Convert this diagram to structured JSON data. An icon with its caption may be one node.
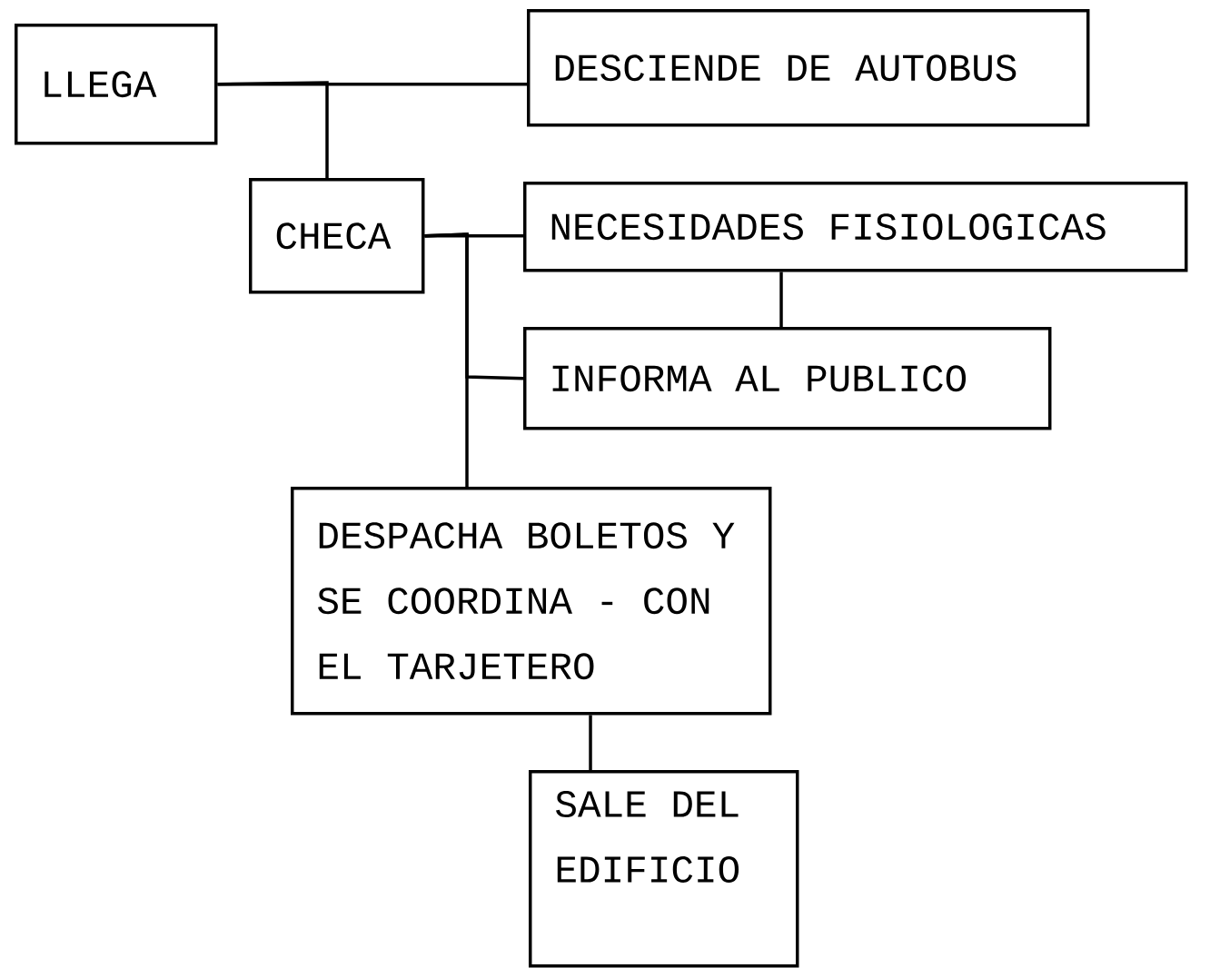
{
  "diagram": {
    "nodes": [
      {
        "text": [
          "LLEGA"
        ]
      },
      {
        "text": [
          "DESCIENDE DE AUTOBUS"
        ]
      },
      {
        "text": [
          "CHECA"
        ]
      },
      {
        "text": [
          "NECESIDADES FISIOLOGICAS"
        ]
      },
      {
        "text": [
          "INFORMA AL PUBLICO"
        ]
      },
      {
        "text": [
          "DESPACHA BOLETOS Y SE COORDINA - CON EL TARJETERO"
        ]
      },
      {
        "text": [
          "SALE DEL EDIFICIO"
        ]
      }
    ],
    "edges": [
      {
        "from": 0,
        "to": 1,
        "arrow": "none"
      },
      {
        "from": 0,
        "to": 2,
        "arrow": "none"
      },
      {
        "from": 2,
        "to": 3,
        "arrow": "none"
      },
      {
        "from": 2,
        "to": 4,
        "arrow": "none"
      },
      {
        "from": 2,
        "to": 5,
        "arrow": "none"
      },
      {
        "from": 3,
        "to": 4,
        "arrow": "none"
      },
      {
        "from": 5,
        "to": 6,
        "arrow": "none"
      }
    ]
  }
}
